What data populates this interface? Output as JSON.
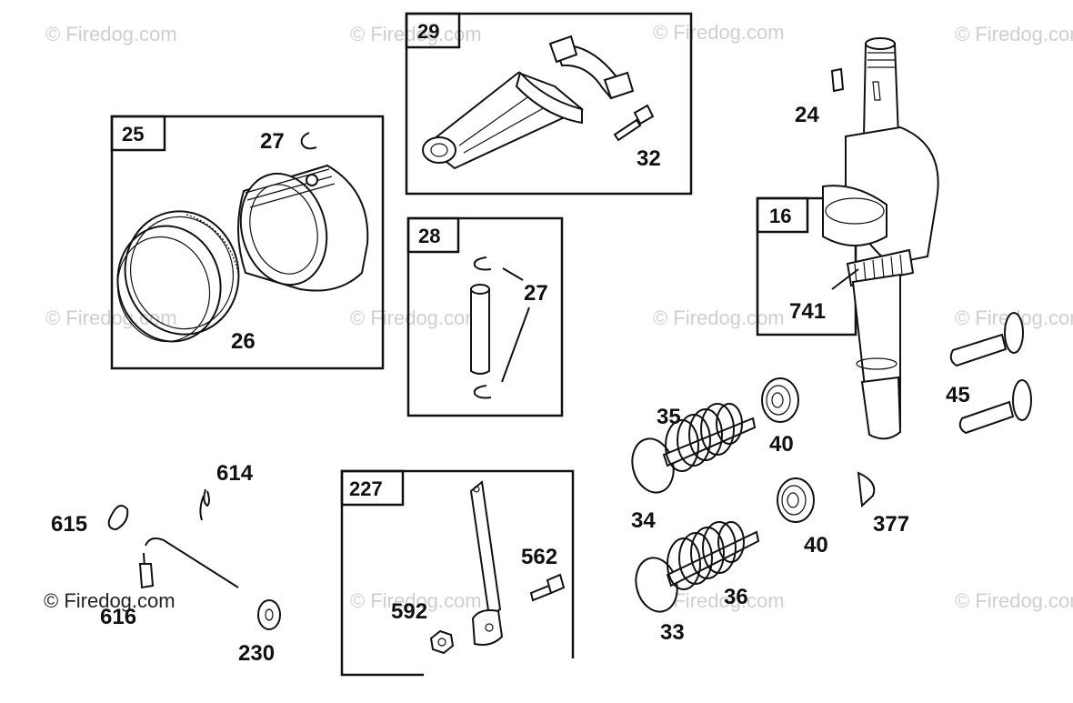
{
  "watermark": {
    "text": "© Firedog.com",
    "color": "#cfcfcf"
  },
  "boxes": {
    "b25": "25",
    "b29": "29",
    "b28": "28",
    "b16": "16",
    "b227": "227"
  },
  "labels": {
    "p24": "24",
    "p32": "32",
    "p27a": "27",
    "p27b": "27",
    "p26": "26",
    "p741": "741",
    "p45": "45",
    "p35": "35",
    "p40a": "40",
    "p34": "34",
    "p40b": "40",
    "p377": "377",
    "p614": "614",
    "p615": "615",
    "p616": "616",
    "p230": "230",
    "p562": "562",
    "p592": "592",
    "p36": "36",
    "p33": "33"
  }
}
